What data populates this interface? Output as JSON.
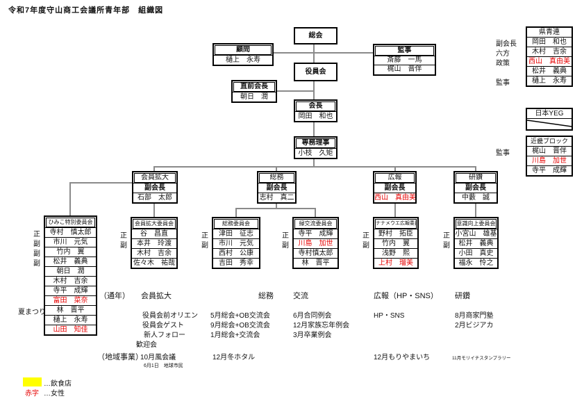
{
  "title": "令和7年度守山商工会議所青年部　組織図",
  "colors": {
    "red_text": "#e60000",
    "legend_yellow": "#ffff00",
    "connector_gray": "#8a8a8a"
  },
  "top": {
    "soukai": "総会",
    "yakuinkai": "役員会",
    "komon": {
      "title": "顧問",
      "name": "樋上　永寿"
    },
    "kanji": {
      "title": "監事",
      "members": [
        "斎藤　一馬",
        "梶山　晋伴"
      ]
    },
    "chokuzen": {
      "title": "直前会長",
      "name": "朝日　潤"
    },
    "kaicho": {
      "title": "会長",
      "name": "岡田　和也"
    },
    "senmu": {
      "title": "専務理事",
      "name": "小枝　久矩"
    }
  },
  "right": {
    "kenseiren": {
      "title": "県青連",
      "rows": [
        {
          "label": "副会長",
          "name": "岡田　和也"
        },
        {
          "label": "六方",
          "name": "木村　吉余"
        },
        {
          "label": "政策",
          "name": "西山　真由美",
          "red": true
        },
        {
          "label": "",
          "name": "松井　義典"
        },
        {
          "label": "監事",
          "name": "樋上　永寿"
        }
      ]
    },
    "nihon_yeg": {
      "title": "日本YEG"
    },
    "kinki": {
      "title": "近畿ブロック",
      "side_label": "監事",
      "rows": [
        {
          "name": "梶山　晋伴"
        },
        {
          "name": "川島　加世",
          "red": true
        },
        {
          "name": "寺平　成輝"
        }
      ]
    }
  },
  "divisions": [
    {
      "name": "会員拡大",
      "role": "副会長",
      "chief": "石部　太郎"
    },
    {
      "name": "総務",
      "role": "副会長",
      "chief": "志村　真二"
    },
    {
      "name": "広報",
      "role": "副会長",
      "chief": "西山　真由美",
      "red": true
    },
    {
      "name": "研鑽",
      "role": "副会長",
      "chief": "中藪　誠"
    }
  ],
  "committees": [
    {
      "title": "ひみこ特別委員会",
      "side_note": "夏まつり",
      "rows": [
        {
          "label": "正",
          "name": "寺村　慎太郎"
        },
        {
          "label": "副",
          "name": "市川　元気"
        },
        {
          "label": "副",
          "name": "竹内　翼"
        },
        {
          "label": "副",
          "name": "松井　義典"
        },
        {
          "label": "",
          "name": "朝日　潤"
        },
        {
          "label": "",
          "name": "木村　吉余"
        },
        {
          "label": "",
          "name": "寺平　成輝"
        },
        {
          "label": "",
          "name": "富田　菜奈",
          "red": true
        },
        {
          "label": "",
          "name": "林　晋平"
        },
        {
          "label": "",
          "name": "樋上　永寿"
        },
        {
          "label": "",
          "name": "山田　知佳",
          "red": true
        }
      ]
    },
    {
      "title": "会員拡大委員会",
      "rows": [
        {
          "label": "正",
          "name": "谷　昌直"
        },
        {
          "label": "副",
          "name": "本井　玲渡"
        },
        {
          "label": "",
          "name": "木村　吉余"
        },
        {
          "label": "",
          "name": "佐々木　祐哉"
        }
      ]
    },
    {
      "title": "総務委員会",
      "rows": [
        {
          "label": "正",
          "name": "津田　征志"
        },
        {
          "label": "副",
          "name": "市川　元気"
        },
        {
          "label": "",
          "name": "西村　公康"
        },
        {
          "label": "",
          "name": "吉田　秀幸"
        }
      ]
    },
    {
      "title": "緑交流委員会",
      "rows": [
        {
          "label": "正",
          "name": "寺平　成輝"
        },
        {
          "label": "副",
          "name": "川島　加世",
          "red": true
        },
        {
          "label": "",
          "name": "寺村慎太郎"
        },
        {
          "label": "",
          "name": "林　晋平"
        }
      ]
    },
    {
      "title": "ナナメウエ広報委員会",
      "rows": [
        {
          "label": "正",
          "name": "野村　拓臣"
        },
        {
          "label": "副",
          "name": "竹内　翼"
        },
        {
          "label": "",
          "name": "浅野　熙"
        },
        {
          "label": "",
          "name": "上村　瑠美",
          "red": true
        }
      ]
    },
    {
      "title": "意識向上委員会",
      "rows": [
        {
          "label": "正",
          "name": "小宮山　雄基"
        },
        {
          "label": "副",
          "name": "松井　義典"
        },
        {
          "label": "",
          "name": "小田　真史"
        },
        {
          "label": "",
          "name": "福永　怜之"
        }
      ]
    }
  ],
  "programs": {
    "annual_label": "（通年）",
    "regional_label": "（地域事業）",
    "columns": [
      {
        "heading": "会員拡大",
        "items": [
          "役員会前オリエン",
          "役員会ゲスト",
          "新人フォロー",
          "歓迎会"
        ],
        "regional": "10月風会議",
        "regional_note": "6月1日　地球市民"
      },
      {
        "heading": "総務",
        "items": [
          "5月総会+OB交流会",
          "9月総会+OB交流会",
          "1月総会+交流会"
        ],
        "regional": "12月冬ホタル"
      },
      {
        "heading": "交流",
        "items": [
          "6月合同例会",
          "12月家族忘年例会",
          "3月卒業例会"
        ]
      },
      {
        "heading": "広報（HP・SNS）",
        "items": [
          "HP・SNS"
        ],
        "regional": "12月もりやまいち"
      },
      {
        "heading": "研鑽",
        "items": [
          "8月商家門塾",
          "2月ビジアカ"
        ],
        "regional_note": "11月モリイチスタンプラリー"
      }
    ]
  },
  "legend": {
    "food_label": "…飲食店",
    "red_key": "赤字",
    "red_label": "…女性"
  }
}
